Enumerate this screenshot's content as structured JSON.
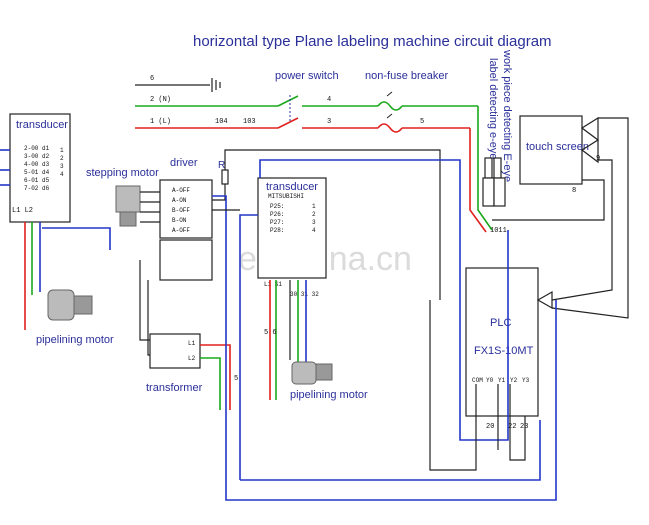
{
  "title": "horizontal type Plane labeling machine circuit diagram",
  "labels": {
    "power_switch": "power switch",
    "breaker": "non-fuse breaker",
    "eye": "work piece detecting E-eye",
    "eye2": "label detecting e-eye",
    "touch": "touch screen",
    "transducer_left": "transducer",
    "transducer_mid": "transducer",
    "transducer_mid_brand": "MITSUBISHI",
    "stepping": "stepping motor",
    "driver": "driver",
    "resistor": "R",
    "pipe_left": "pipelining motor",
    "pipe_mid": "pipelining motor",
    "transformer": "transformer",
    "plc": "PLC",
    "plc_model": "FX1S-10MT",
    "watermark": "en.china.cn"
  },
  "wires": {
    "ground": "6",
    "n": "2 (N)",
    "l": "1 (L)",
    "t4": "4",
    "t3": "3",
    "t5": "5",
    "t104": "104",
    "t103": "103"
  },
  "transducer_left_terms": [
    "2-00 d1",
    "3-00 d2",
    "4-00 d3",
    "5-01 d4",
    "6-01 d5",
    "7-02 d6"
  ],
  "transducer_left_pins": [
    "1",
    "2",
    "3",
    "4"
  ],
  "driver_terms": [
    "A-OFF",
    "A-ON",
    "B-OFF",
    "B-ON",
    "A-OFF"
  ],
  "transducer_mid_terms": [
    "P25:",
    "P26:",
    "P27:",
    "P28:"
  ],
  "transducer_mid_pins": [
    "1",
    "2",
    "3",
    "4"
  ],
  "plc_terms": [
    "COM",
    "Y0",
    "Y1",
    "Y2",
    "Y3"
  ],
  "plc_nums": [
    "20",
    "22",
    "23"
  ],
  "eye_nums": "1011",
  "misc": {
    "touch_9": "9",
    "touch_8": "8",
    "mid_bottom": "30 31 32",
    "mid_bottom2": "L1 S1",
    "left_bottom": "L1 L2",
    "transformer_in": "L1",
    "transformer_out": "L2",
    "tr_5": "5",
    "mid_56": "5 6"
  }
}
